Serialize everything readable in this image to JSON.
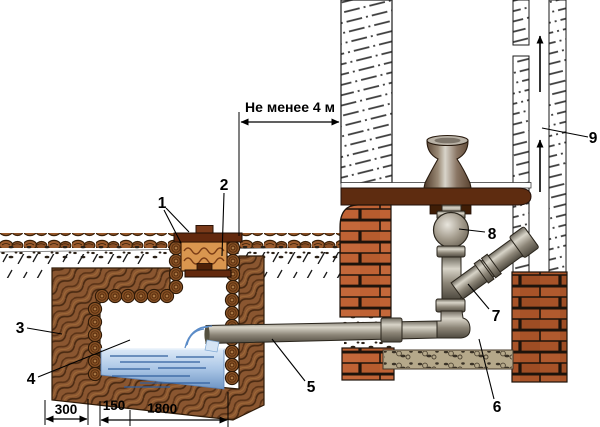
{
  "diagram": {
    "top_dimension": "Не менее 4 м",
    "bottom_dimensions": {
      "outer_wall": "300",
      "lining": "150",
      "pit_width": "1800"
    },
    "callouts": {
      "c1": "1",
      "c2": "2",
      "c3": "3",
      "c4": "4",
      "c5": "5",
      "c6": "6",
      "c7": "7",
      "c8": "8",
      "c9": "9"
    },
    "colors": {
      "earth": "#8a5630",
      "log": "#8a5226",
      "brick": "#bf6234",
      "brick_dark": "#a85328",
      "slab": "#5e2c10",
      "sand": "#d9964f",
      "water": "#9fc0e4",
      "pipe": "#9a948a",
      "gravel": "#b5a88a"
    }
  }
}
